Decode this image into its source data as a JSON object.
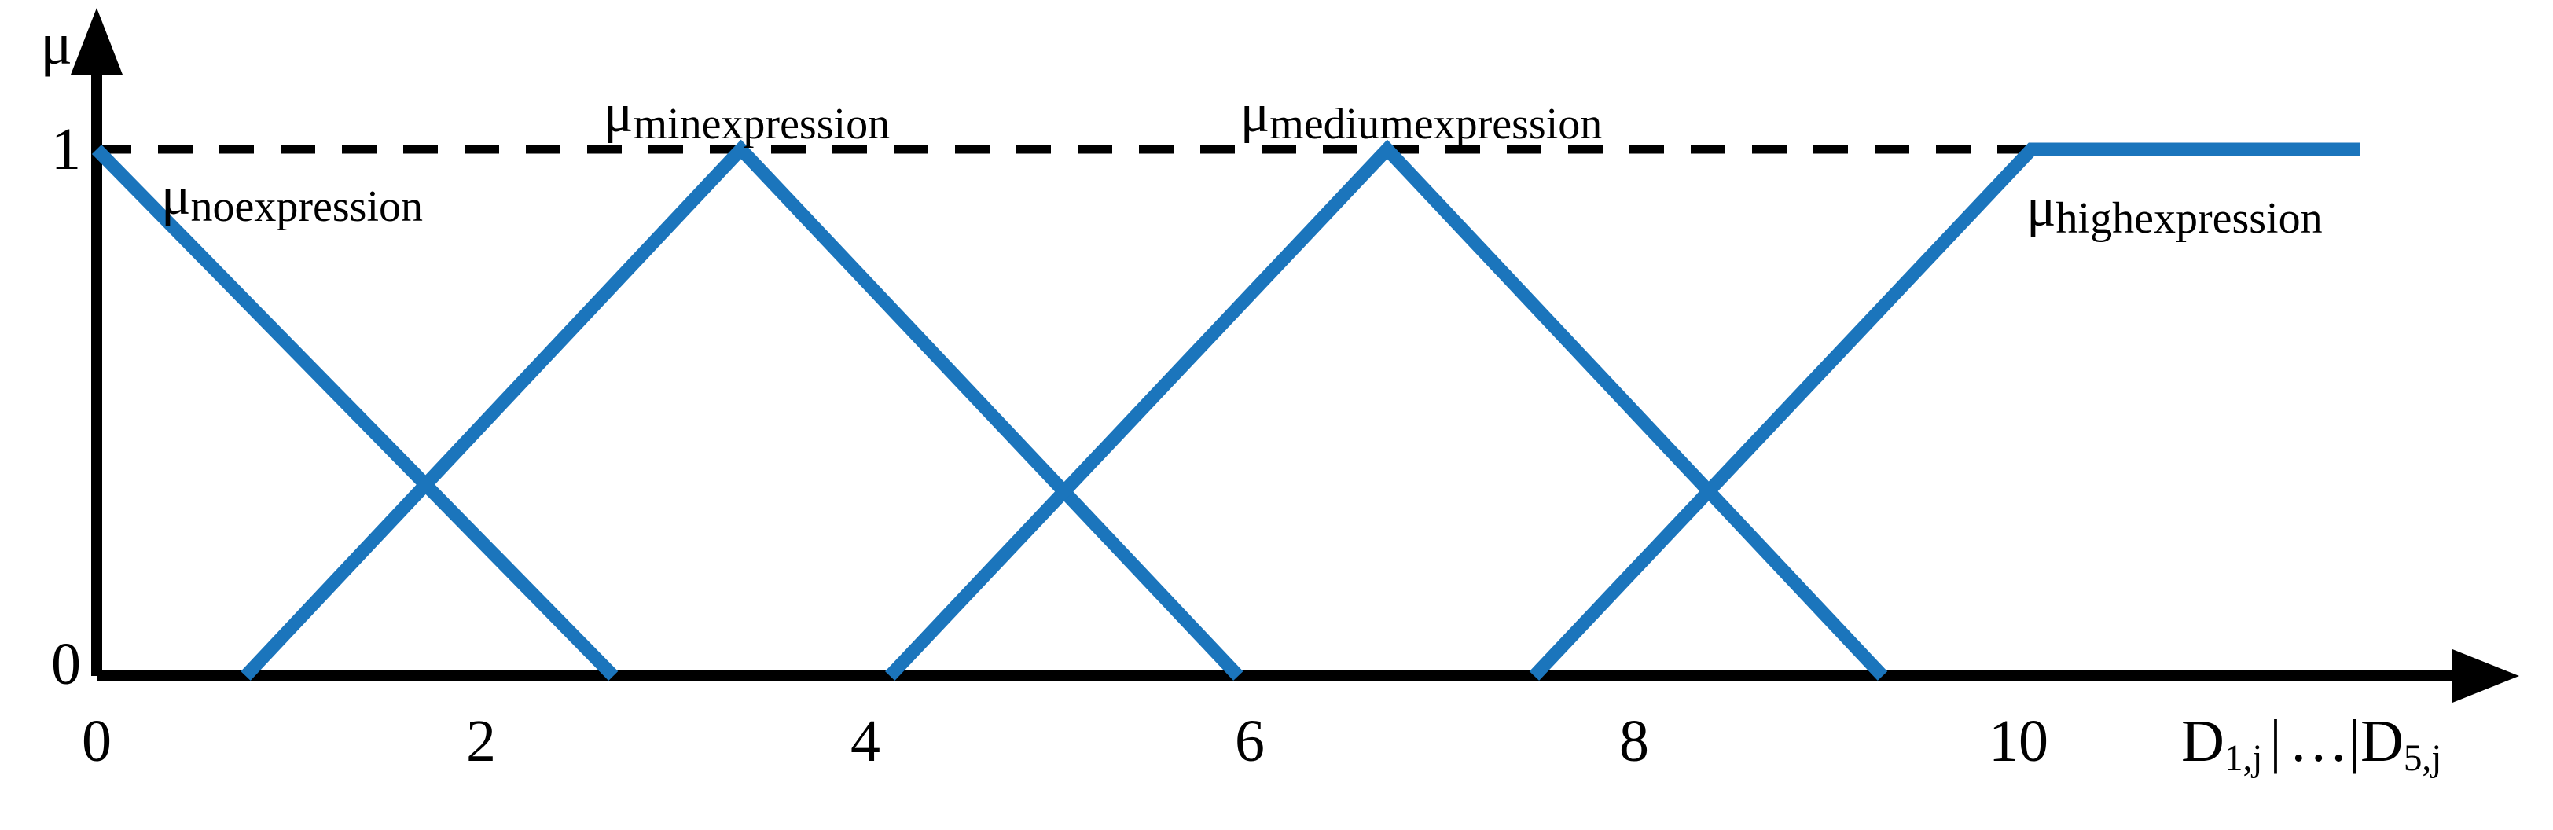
{
  "figure": {
    "background_color": "#ffffff",
    "line_color": "#1b75bc",
    "axis_color": "#000000"
  },
  "axes": {
    "y_axis_name": "μ",
    "y_ticks": [
      "1",
      "0"
    ],
    "x_ticks": [
      "0",
      "2",
      "4",
      "6",
      "8",
      "10"
    ],
    "x_title": {
      "d1": "D",
      "d1_sub": "1,j",
      "sep1": "|",
      "ellipsis": "…",
      "sep2": "|",
      "d5": "D",
      "d5_sub": "5,j"
    },
    "reference_line": "dashed at mu = 1"
  },
  "curves": [
    {
      "name": "μ",
      "subscript": "noexpression",
      "label": "μnoexpression"
    },
    {
      "name": "μ",
      "subscript": "minexpression",
      "label": "μminexpression"
    },
    {
      "name": "μ",
      "subscript": "mediumexpression",
      "label": "μmediumexpression"
    },
    {
      "name": "μ",
      "subscript": "highexpression",
      "label": "μhighexpression"
    }
  ],
  "chart_data": {
    "type": "line",
    "title": "",
    "xlabel": "D_1,j | ... | D_5,j",
    "ylabel": "μ",
    "xlim": [
      0,
      11.7
    ],
    "ylim": [
      0,
      1
    ],
    "xticks": [
      0,
      2,
      4,
      6,
      8,
      10
    ],
    "yticks": [
      0,
      1
    ],
    "grid": false,
    "legend": "inline-annotations",
    "reference_lines": [
      {
        "orientation": "horizontal",
        "value": 1,
        "style": "dashed",
        "color": "#000000"
      }
    ],
    "series": [
      {
        "name": "μnoexpression",
        "color": "#1b75bc",
        "shape": "descending-ramp",
        "points": [
          [
            0,
            1
          ],
          [
            2.67,
            0
          ]
        ]
      },
      {
        "name": "μminexpression",
        "color": "#1b75bc",
        "shape": "triangle",
        "points": [
          [
            0.77,
            0
          ],
          [
            3.33,
            1
          ],
          [
            5.9,
            0
          ]
        ]
      },
      {
        "name": "μmediumexpression",
        "color": "#1b75bc",
        "shape": "triangle",
        "points": [
          [
            4.1,
            0
          ],
          [
            6.67,
            1
          ],
          [
            9.23,
            0
          ]
        ]
      },
      {
        "name": "μhighexpression",
        "color": "#1b75bc",
        "shape": "ascending-ramp-plateau",
        "points": [
          [
            7.43,
            0
          ],
          [
            10,
            1
          ],
          [
            11.7,
            1
          ]
        ]
      }
    ]
  }
}
